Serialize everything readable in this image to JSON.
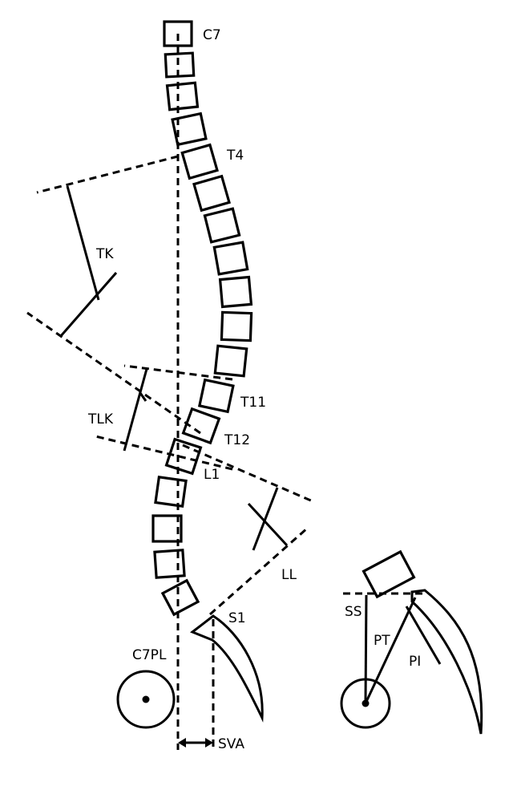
{
  "labels": {
    "c7": "C7",
    "t4": "T4",
    "tk": "TK",
    "tlk": "TLK",
    "t11": "T11",
    "t12": "T12",
    "l1": "L1",
    "ll": "LL",
    "s1": "S1",
    "c7pl": "C7PL",
    "sva": "SVA",
    "ss": "SS",
    "pt": "PT",
    "pi": "PI"
  }
}
